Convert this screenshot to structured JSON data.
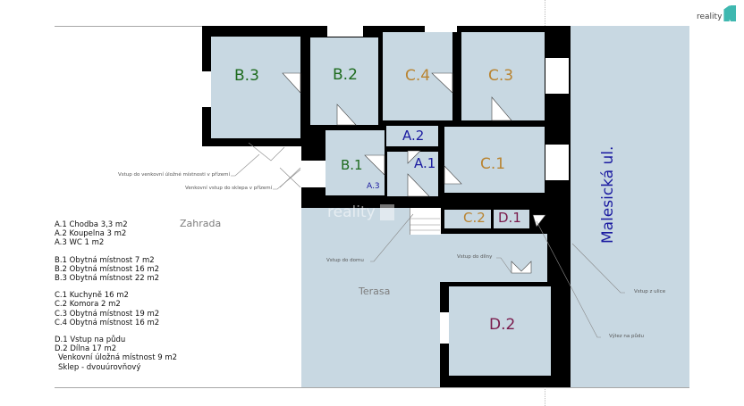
{
  "watermark": {
    "brand": "reality",
    "logo_color": "#3fb8b0"
  },
  "outdoor_labels": {
    "garden": "Zahrada",
    "terrace": "Terasa",
    "street": "Malesická ul."
  },
  "rooms": {
    "B3": "B.3",
    "B2": "B.2",
    "C4": "C.4",
    "C3": "C.3",
    "A2": "A.2",
    "A1": "A.1",
    "A3": "A.3",
    "B1": "B.1",
    "C1": "C.1",
    "C2": "C.2",
    "D1": "D.1",
    "D2": "D.2"
  },
  "annotations": {
    "outdoor_storage_entry": "Vstup do venkovní úložné místnosti v přízemí",
    "cellar_entry": "Venkovní vstup do sklepa v přízemí",
    "house_entry": "Vstup do domu",
    "workshop_entry": "Vstup do dílny",
    "street_entry": "Vstup z ulice",
    "attic_hatch": "Výlez na půdu"
  },
  "legend": {
    "groups": [
      {
        "items": [
          "A.1 Chodba 3,3 m2",
          "A.2 Koupelna 3 m2",
          "A.3 WC 1 m2"
        ]
      },
      {
        "items": [
          "B.1 Obytná místnost 7 m2",
          "B.2 Obytná místnost 16 m2",
          "B.3 Obytná místnost 22 m2"
        ]
      },
      {
        "items": [
          "C.1 Kuchyně 16 m2",
          "C.2 Komora 2 m2",
          "C.3 Obytná místnost 19 m2",
          "C.4 Obytná místnost 16 m2"
        ]
      },
      {
        "items": [
          "D.1 Vstup na půdu",
          "D.2 Dílna 17 m2",
          "Venkovní úložná místnost 9 m2",
          "Sklep - dvouúrovňový"
        ]
      }
    ]
  },
  "colors": {
    "room_fill": "#c8d8e2",
    "wall": "#000000",
    "label_b": "#1e6b1e",
    "label_c": "#b98431",
    "label_a": "#1a1aa0",
    "label_d": "#7a1b4c"
  }
}
